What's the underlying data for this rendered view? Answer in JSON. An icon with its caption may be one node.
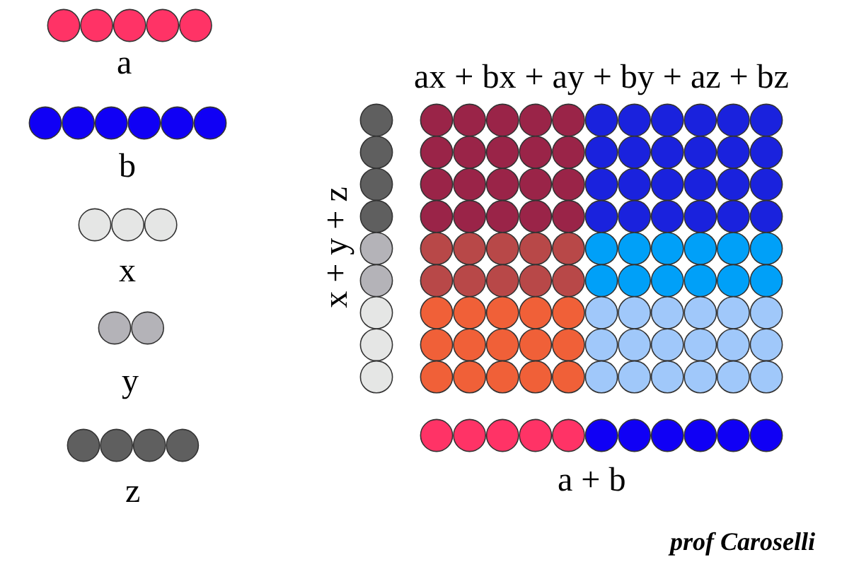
{
  "diagram": {
    "labels": [
      "a",
      "b",
      "ax + bx + ay + by + az + bz",
      "x + y + z",
      "x",
      "y",
      "a + b",
      "z",
      "prof Caroselli"
    ]
  }
}
